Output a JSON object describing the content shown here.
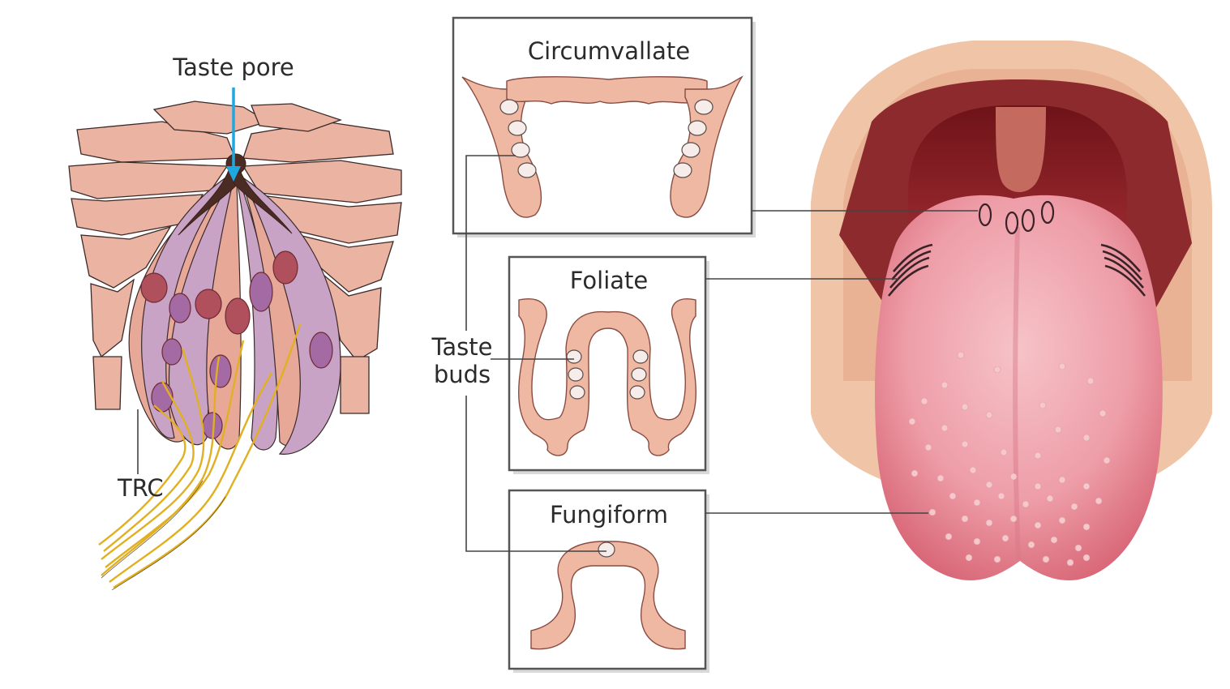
{
  "labels": {
    "taste_pore": "Taste pore",
    "trc": "TRC",
    "taste_buds_line1": "Taste",
    "taste_buds_line2": "buds",
    "circumvallate": "Circumvallate",
    "foliate": "Foliate",
    "fungiform": "Fungiform"
  },
  "colors": {
    "pore_arrow": "#1fa8e0",
    "epithelium": "#eab3a2",
    "receptor_cell_pink": "#e8a898",
    "receptor_cell_purple": "#c9a3c6",
    "nucleus": "#b0505c",
    "nerve": "#e0b020",
    "tongue": "#e88d98",
    "mouth_dark": "#7a1a1e",
    "lips": "#f0c4a6"
  },
  "icons": {
    "taste_bud_cross_section": "taste-bud-illustration",
    "tongue": "tongue-illustration"
  }
}
